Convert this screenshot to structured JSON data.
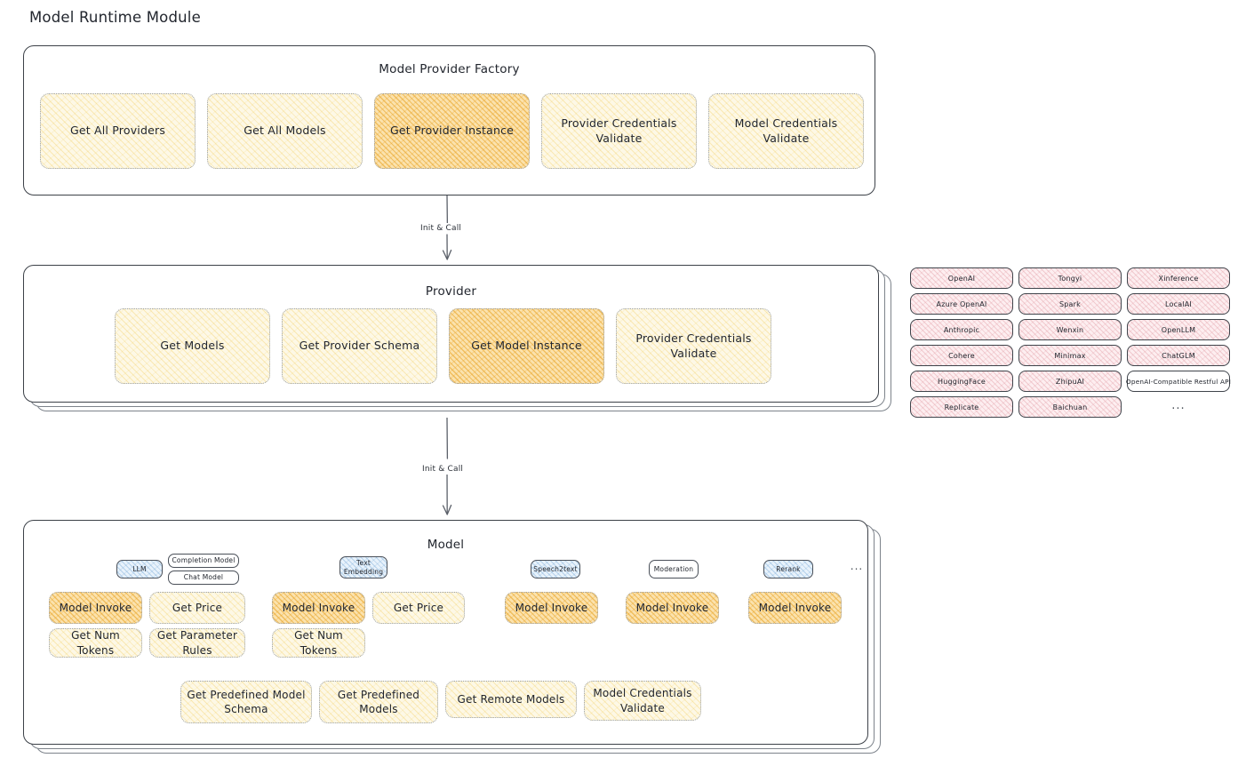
{
  "page": {
    "title": "Model Runtime Module"
  },
  "colors": {
    "cream": "#fdf8e6",
    "amber": "#fbe2ad",
    "blue": "#e8f2fb",
    "rose": "#fdeef0",
    "stroke": "#3c4148"
  },
  "factory": {
    "title": "Model Provider Factory",
    "boxes": [
      {
        "label": "Get All Providers",
        "highlight": false
      },
      {
        "label": "Get All Models",
        "highlight": false
      },
      {
        "label": "Get Provider Instance",
        "highlight": true
      },
      {
        "label": "Provider Credentials Validate",
        "highlight": false
      },
      {
        "label": "Model Credentials Validate",
        "highlight": false
      }
    ]
  },
  "connectors": [
    {
      "label": "Init & Call"
    },
    {
      "label": "Init & Call"
    }
  ],
  "provider": {
    "title": "Provider",
    "boxes": [
      {
        "label": "Get Models",
        "highlight": false
      },
      {
        "label": "Get Provider Schema",
        "highlight": false
      },
      {
        "label": "Get Model Instance",
        "highlight": true
      },
      {
        "label": "Provider Credentials Validate",
        "highlight": false
      }
    ]
  },
  "provider_tags": {
    "columns": [
      [
        "OpenAI",
        "Azure OpenAI",
        "Anthropic",
        "Cohere",
        "HuggingFace",
        "Replicate"
      ],
      [
        "Tongyi",
        "Spark",
        "Wenxin",
        "Minimax",
        "ZhipuAI",
        "Baichuan"
      ],
      [
        "Xinference",
        "LocalAI",
        "OpenLLM",
        "ChatGLM",
        "OpenAI-Compatible Restful API"
      ]
    ],
    "more": "..."
  },
  "model": {
    "title": "Model",
    "more": "...",
    "types": [
      {
        "name": "LLM",
        "sub": [
          "Completion Model",
          "Chat Model"
        ],
        "methods": [
          {
            "label": "Model Invoke",
            "highlight": true
          },
          {
            "label": "Get Price",
            "highlight": false
          },
          {
            "label": "Get Num Tokens",
            "highlight": false
          },
          {
            "label": "Get Parameter Rules",
            "highlight": false
          }
        ]
      },
      {
        "name": "Text Embedding",
        "sub": [],
        "methods": [
          {
            "label": "Model Invoke",
            "highlight": true
          },
          {
            "label": "Get Price",
            "highlight": false
          },
          {
            "label": "Get Num Tokens",
            "highlight": false
          }
        ]
      },
      {
        "name": "Speech2text",
        "sub": [],
        "methods": [
          {
            "label": "Model Invoke",
            "highlight": true
          }
        ]
      },
      {
        "name": "Moderation",
        "sub": [],
        "methods": [
          {
            "label": "Model Invoke",
            "highlight": true
          }
        ]
      },
      {
        "name": "Rerank",
        "sub": [],
        "methods": [
          {
            "label": "Model Invoke",
            "highlight": true
          }
        ]
      }
    ],
    "common_methods": [
      {
        "label": "Get Predefined Model Schema"
      },
      {
        "label": "Get Predefined Models"
      },
      {
        "label": "Get Remote Models"
      },
      {
        "label": "Model Credentials Validate"
      }
    ]
  }
}
